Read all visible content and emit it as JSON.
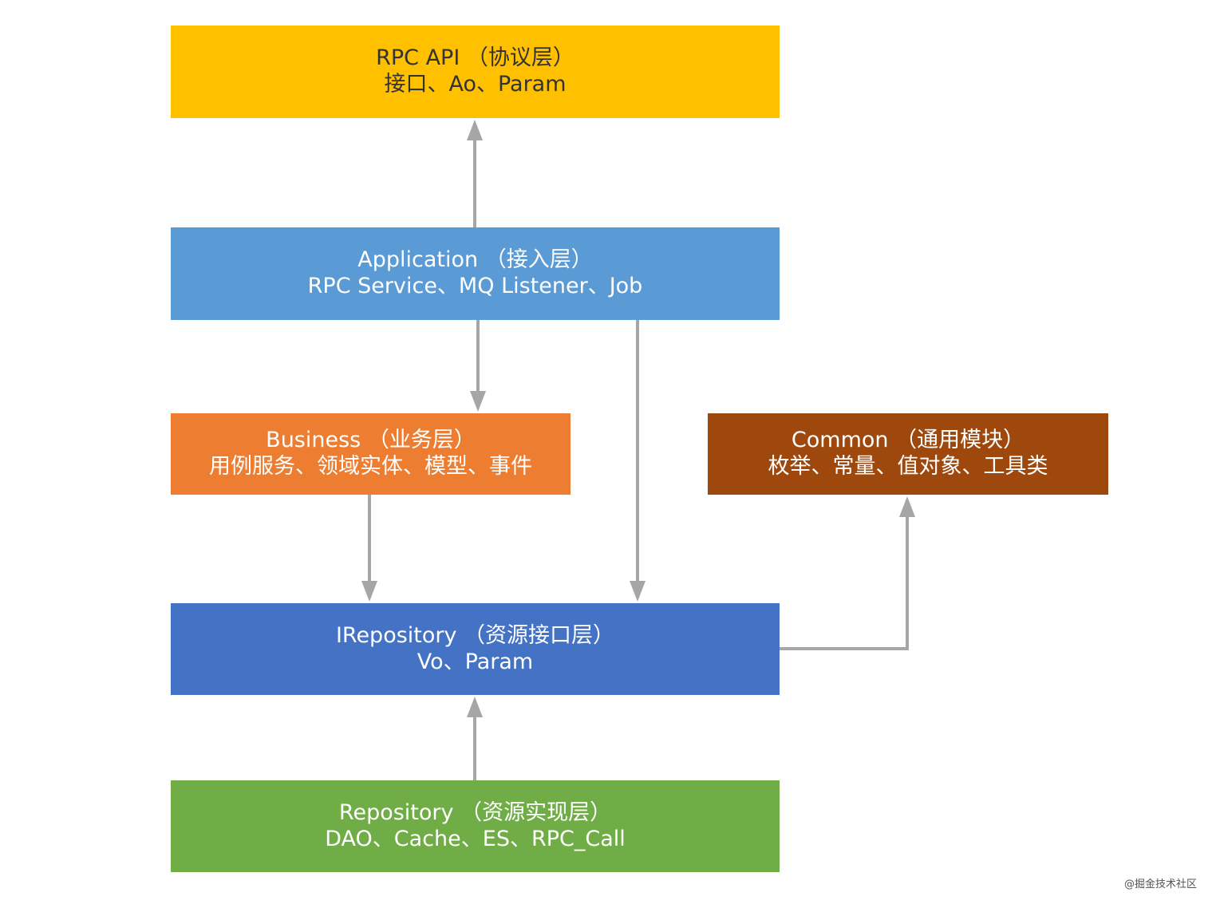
{
  "diagram": {
    "layers": {
      "rpc_api": {
        "title": "RPC API （协议层）",
        "detail": "接口、Ao、Param",
        "color": "#ffc000"
      },
      "application": {
        "title": "Application （接入层）",
        "detail": "RPC Service、MQ Listener、Job",
        "color": "#5b9bd5"
      },
      "business": {
        "title": "Business （业务层）",
        "detail": "用例服务、领域实体、模型、事件",
        "color": "#ed7d31"
      },
      "common": {
        "title": "Common （通用模块）",
        "detail": "枚举、常量、值对象、工具类",
        "color": "#9e480e"
      },
      "irepository": {
        "title": "IRepository （资源接口层）",
        "detail": "Vo、Param",
        "color": "#4472c4"
      },
      "repository": {
        "title": "Repository （资源实现层）",
        "detail": "DAO、Cache、ES、RPC_Call",
        "color": "#70ad47"
      }
    },
    "edges": [
      {
        "from": "application",
        "to": "rpc_api"
      },
      {
        "from": "application",
        "to": "business"
      },
      {
        "from": "application",
        "to": "irepository"
      },
      {
        "from": "business",
        "to": "irepository"
      },
      {
        "from": "irepository",
        "to": "common"
      },
      {
        "from": "repository",
        "to": "irepository"
      }
    ],
    "arrow_color": "#a6a6a6"
  },
  "watermark": "@掘金技术社区"
}
